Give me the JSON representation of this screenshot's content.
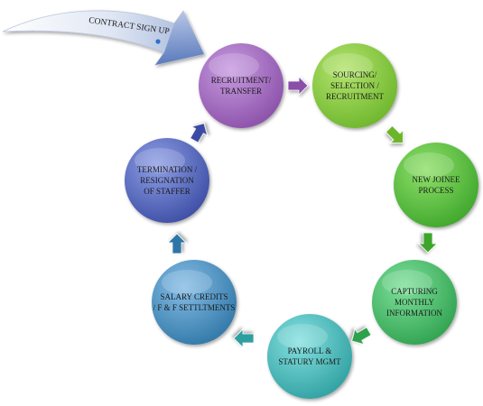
{
  "banner": {
    "label": "CONTRACT SIGN UP"
  },
  "steps": [
    {
      "id": "recruitment",
      "lines": [
        "RECRUITMENT/",
        "TRANSFER"
      ],
      "color": "#8a4fa8",
      "color_light": "#c79be0"
    },
    {
      "id": "sourcing",
      "lines": [
        "SOURCING/",
        "SELECTION /",
        "RECRUITMENT"
      ],
      "color": "#6cb52a",
      "color_light": "#b4e46e"
    },
    {
      "id": "new-joinee",
      "lines": [
        "NEW JOINEE",
        "PROCESS"
      ],
      "color": "#3da52a",
      "color_light": "#8fe06a"
    },
    {
      "id": "capturing",
      "lines": [
        "CAPTURING",
        "MONTHLY",
        "INFORMATION"
      ],
      "color": "#2ea14e",
      "color_light": "#7fe09b"
    },
    {
      "id": "payroll",
      "lines": [
        "PAYROLL &",
        "STATURY MGMT"
      ],
      "color": "#2e9fa0",
      "color_light": "#86e0e0"
    },
    {
      "id": "salary",
      "lines": [
        "SALARY CREDITS",
        "/ F & F SETTLTMENTS"
      ],
      "color": "#2f76a6",
      "color_light": "#86bde6"
    },
    {
      "id": "termination",
      "lines": [
        "TERMINATION /",
        "RESIGNATION",
        "OF STAFFER"
      ],
      "color": "#3b4ca3",
      "color_light": "#8f9fe6"
    }
  ]
}
